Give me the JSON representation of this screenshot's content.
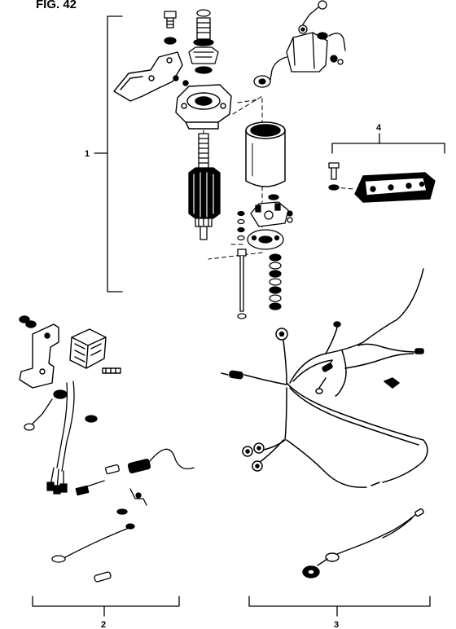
{
  "figure": {
    "title": "FIG. 42"
  },
  "callouts": {
    "group_1": "1",
    "group_2": "2",
    "group_3": "3",
    "group_4": "4"
  },
  "colors": {
    "ink": "#000000",
    "paper": "#ffffff"
  }
}
